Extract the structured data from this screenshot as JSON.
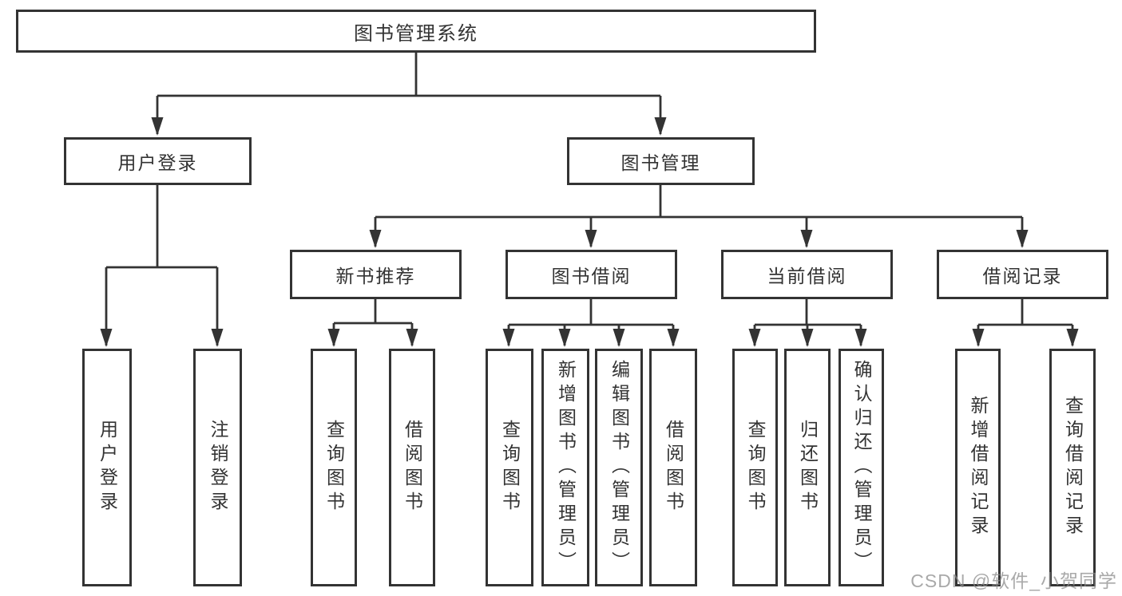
{
  "diagram": {
    "type": "tree",
    "title": "图书管理系统"
  },
  "nodes": {
    "root": {
      "label": "图书管理系统"
    },
    "user_login": {
      "label": "用户登录"
    },
    "book_mgmt": {
      "label": "图书管理"
    },
    "new_book_rec": {
      "label": "新书推荐"
    },
    "book_borrow": {
      "label": "图书借阅"
    },
    "current_borrow": {
      "label": "当前借阅"
    },
    "borrow_record": {
      "label": "借阅记录"
    },
    "leaf_user_login": {
      "label": "用户登录"
    },
    "leaf_logout": {
      "label": "注销登录"
    },
    "leaf_rec_query": {
      "label": "查询图书"
    },
    "leaf_rec_borrow": {
      "label": "借阅图书"
    },
    "leaf_bor_query": {
      "label": "查询图书"
    },
    "leaf_bor_add": {
      "label": "新增图书（管理员）"
    },
    "leaf_bor_edit": {
      "label": "编辑图书（管理员）"
    },
    "leaf_bor_borrow": {
      "label": "借阅图书"
    },
    "leaf_cur_query": {
      "label": "查询图书"
    },
    "leaf_cur_return": {
      "label": "归还图书"
    },
    "leaf_cur_confirm": {
      "label": "确认归还（管理员）"
    },
    "leaf_log_add": {
      "label": "新增借阅记录"
    },
    "leaf_log_query": {
      "label": "查询借阅记录"
    }
  },
  "edges": [
    [
      "root",
      "user_login"
    ],
    [
      "root",
      "book_mgmt"
    ],
    [
      "user_login",
      "leaf_user_login"
    ],
    [
      "user_login",
      "leaf_logout"
    ],
    [
      "book_mgmt",
      "new_book_rec"
    ],
    [
      "book_mgmt",
      "book_borrow"
    ],
    [
      "book_mgmt",
      "current_borrow"
    ],
    [
      "book_mgmt",
      "borrow_record"
    ],
    [
      "new_book_rec",
      "leaf_rec_query"
    ],
    [
      "new_book_rec",
      "leaf_rec_borrow"
    ],
    [
      "book_borrow",
      "leaf_bor_query"
    ],
    [
      "book_borrow",
      "leaf_bor_add"
    ],
    [
      "book_borrow",
      "leaf_bor_edit"
    ],
    [
      "book_borrow",
      "leaf_bor_borrow"
    ],
    [
      "current_borrow",
      "leaf_cur_query"
    ],
    [
      "current_borrow",
      "leaf_cur_return"
    ],
    [
      "current_borrow",
      "leaf_cur_confirm"
    ],
    [
      "borrow_record",
      "leaf_log_add"
    ],
    [
      "borrow_record",
      "leaf_log_query"
    ]
  ],
  "watermark": {
    "text": "CSDN @软件_小贺同学"
  },
  "colors": {
    "line": "#333333",
    "text": "#333333",
    "background": "#ffffff",
    "watermark": "#8c8c8c"
  }
}
